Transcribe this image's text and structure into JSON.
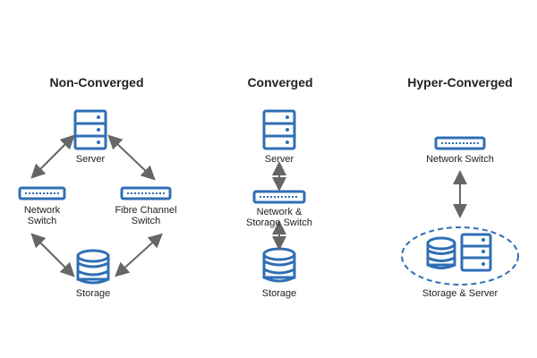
{
  "colors": {
    "blue": "#2f6fb5",
    "icon_fill": "#ffffff",
    "arrow": "#666666",
    "text": "#222222"
  },
  "panels": [
    {
      "title": "Non-Converged",
      "labels": {
        "server": "Server",
        "network_switch_line1": "Network",
        "network_switch_line2": "Switch",
        "fc_switch_line1": "Fibre Channel",
        "fc_switch_line2": "Switch",
        "storage": "Storage"
      }
    },
    {
      "title": "Converged",
      "labels": {
        "server": "Server",
        "switch_line1": "Network &",
        "switch_line2": "Storage Switch",
        "storage": "Storage"
      }
    },
    {
      "title": "Hyper-Converged",
      "labels": {
        "switch": "Network Switch",
        "storage_server": "Storage & Server"
      }
    }
  ],
  "icons": [
    "server-icon",
    "network-switch-icon",
    "storage-icon"
  ]
}
